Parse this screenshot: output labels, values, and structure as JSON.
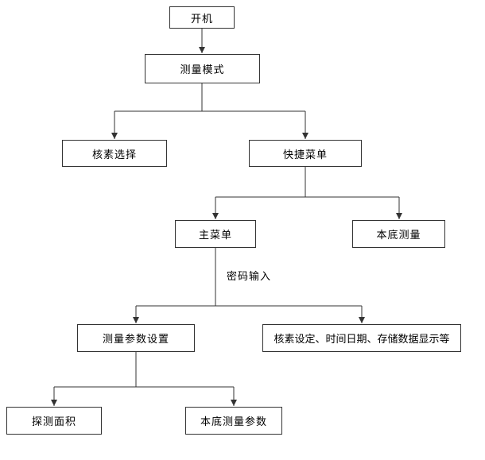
{
  "diagram": {
    "type": "flowchart",
    "line_color": "#333333",
    "background_color": "#ffffff",
    "nodes": {
      "power_on": "开机",
      "measure_mode": "测量模式",
      "nuclide_select": "核素选择",
      "quick_menu": "快捷菜单",
      "main_menu": "主菜单",
      "background_measure": "本底测量",
      "measure_param_setup": "测量参数设置",
      "nuclide_set_time_date_storage": "核素设定、时间日期、存储数据显示等",
      "detect_area": "探测面积",
      "background_measure_params": "本底测量参数"
    },
    "edge_labels": {
      "password_input": "密码输入"
    },
    "edges": [
      {
        "from": "power_on",
        "to": "measure_mode"
      },
      {
        "from": "measure_mode",
        "to": "nuclide_select"
      },
      {
        "from": "measure_mode",
        "to": "quick_menu"
      },
      {
        "from": "quick_menu",
        "to": "main_menu"
      },
      {
        "from": "quick_menu",
        "to": "background_measure"
      },
      {
        "from": "main_menu",
        "to": "measure_param_setup",
        "label": "密码输入"
      },
      {
        "from": "main_menu",
        "to": "nuclide_set_time_date_storage",
        "label": "密码输入"
      },
      {
        "from": "measure_param_setup",
        "to": "detect_area"
      },
      {
        "from": "measure_param_setup",
        "to": "background_measure_params"
      }
    ]
  }
}
